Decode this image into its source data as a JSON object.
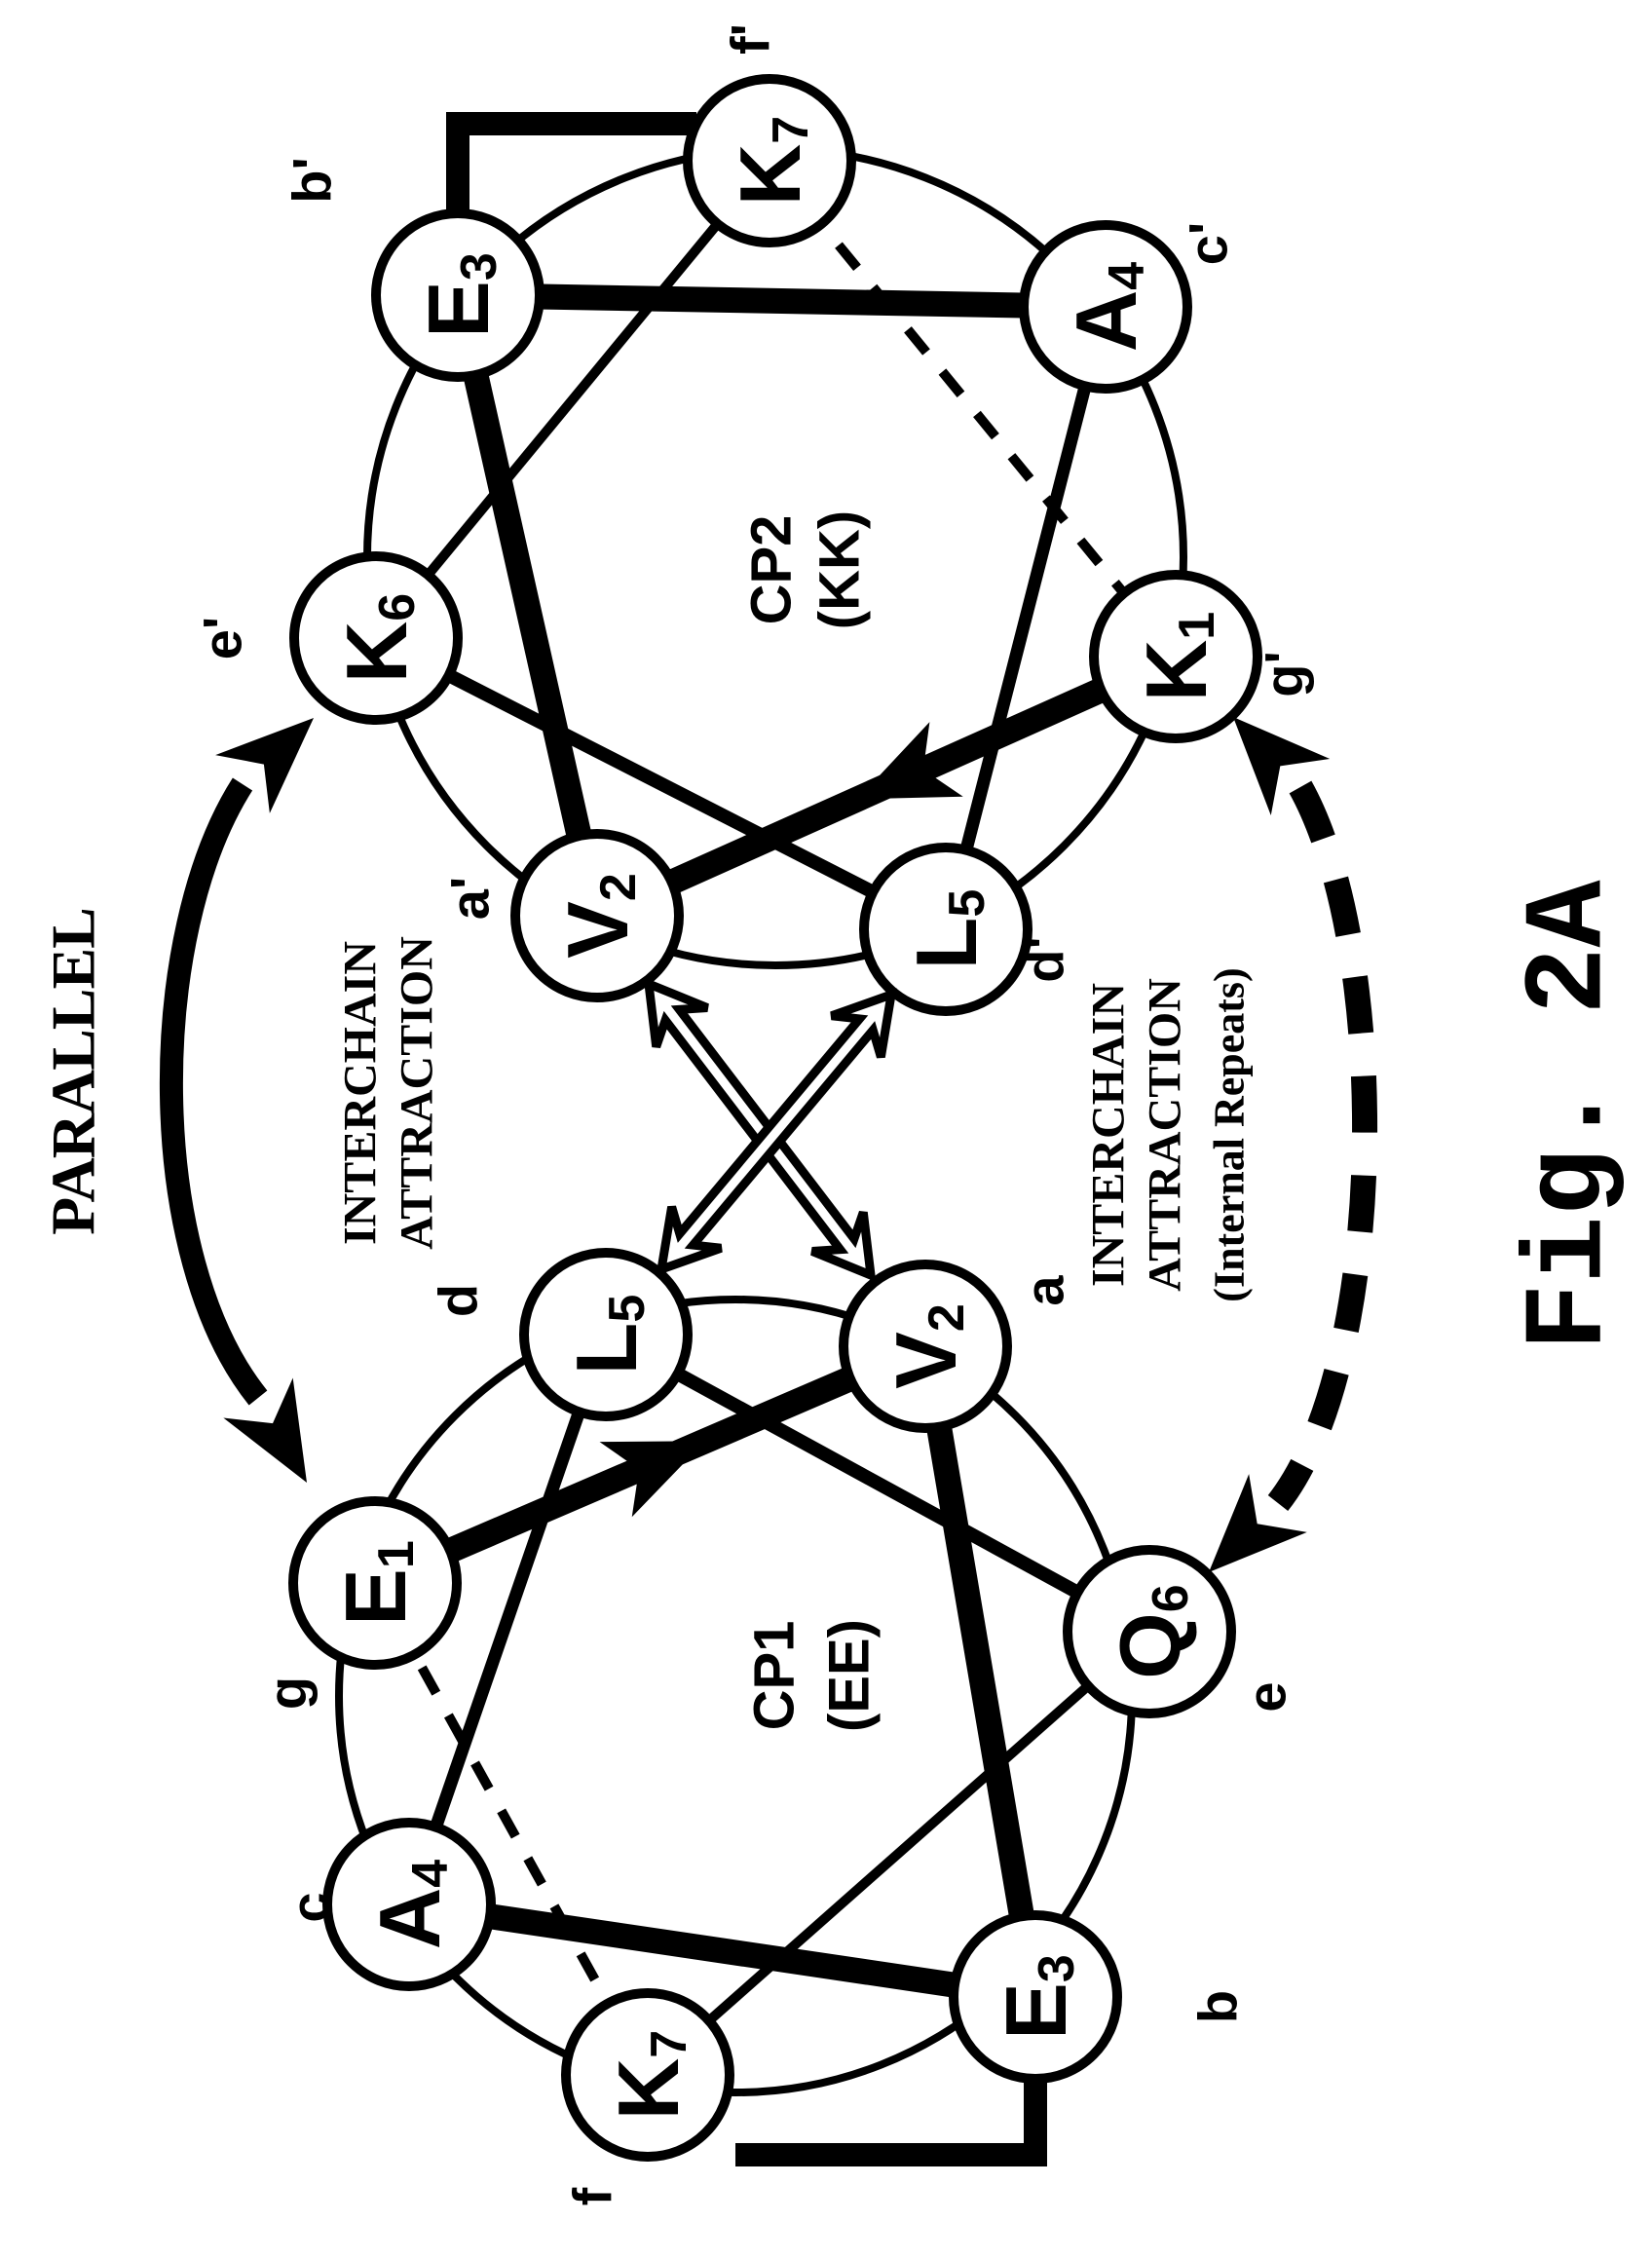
{
  "figure": {
    "label": "Fig. 2A",
    "orientation": "PARALLEL"
  },
  "captions": {
    "interchain_left": {
      "line1": "INTERCHAIN",
      "line2": "ATTRACTION"
    },
    "interchain_right": {
      "line1": "INTERCHAIN",
      "line2": "ATTRACTION",
      "line3": "(Internal Repeats)"
    }
  },
  "wheels": [
    {
      "id": "CP2",
      "title_line1": "CP2",
      "title_line2": "(KK)",
      "nodes": [
        {
          "residue": "K",
          "number": "1",
          "position": "g'"
        },
        {
          "residue": "V",
          "number": "2",
          "position": "a'"
        },
        {
          "residue": "E",
          "number": "3",
          "position": "b'"
        },
        {
          "residue": "A",
          "number": "4",
          "position": "c'"
        },
        {
          "residue": "L",
          "number": "5",
          "position": "d'"
        },
        {
          "residue": "K",
          "number": "6",
          "position": "e'"
        },
        {
          "residue": "K",
          "number": "7",
          "position": "f'"
        }
      ]
    },
    {
      "id": "CP1",
      "title_line1": "CP1",
      "title_line2": "(EE)",
      "nodes": [
        {
          "residue": "E",
          "number": "1",
          "position": "g"
        },
        {
          "residue": "V",
          "number": "2",
          "position": "a"
        },
        {
          "residue": "E",
          "number": "3",
          "position": "b"
        },
        {
          "residue": "A",
          "number": "4",
          "position": "c"
        },
        {
          "residue": "L",
          "number": "5",
          "position": "d"
        },
        {
          "residue": "Q",
          "number": "6",
          "position": "e"
        },
        {
          "residue": "K",
          "number": "7",
          "position": "f"
        }
      ]
    }
  ],
  "colors": {
    "ink": "#000000",
    "paper": "#ffffff"
  }
}
